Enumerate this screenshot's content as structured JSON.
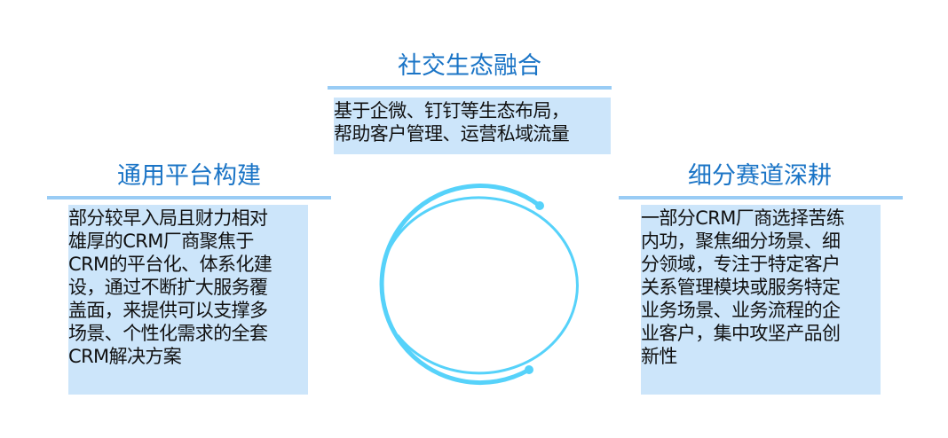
{
  "diagram": {
    "accent_color": "#1a74c6",
    "bar_color": "#99ccf5",
    "box_bg": "#cce5fa",
    "ring_color": "#56d2fa",
    "top": {
      "title": "社交生态融合",
      "lines": [
        "基于企微、钉钉等生态布局，",
        "帮助客户管理、运营私域流量"
      ]
    },
    "left": {
      "title": "通用平台构建",
      "lines": [
        "部分较早入局且财力相对",
        "雄厚的CRM厂商聚焦于",
        "CRM的平台化、体系化建",
        "设，通过不断扩大服务覆",
        "盖面，来提供可以支撑多",
        "场景、个性化需求的全套",
        "CRM解决方案"
      ]
    },
    "right": {
      "title": "细分赛道深耕",
      "lines": [
        "一部分CRM厂商选择苦练",
        "内功，聚焦细分场景、细",
        "分领域，专注于特定客户",
        "关系管理模块或服务特定",
        "业务场景、业务流程的企",
        "业客户，集中攻坚产品创",
        "新性"
      ]
    }
  }
}
